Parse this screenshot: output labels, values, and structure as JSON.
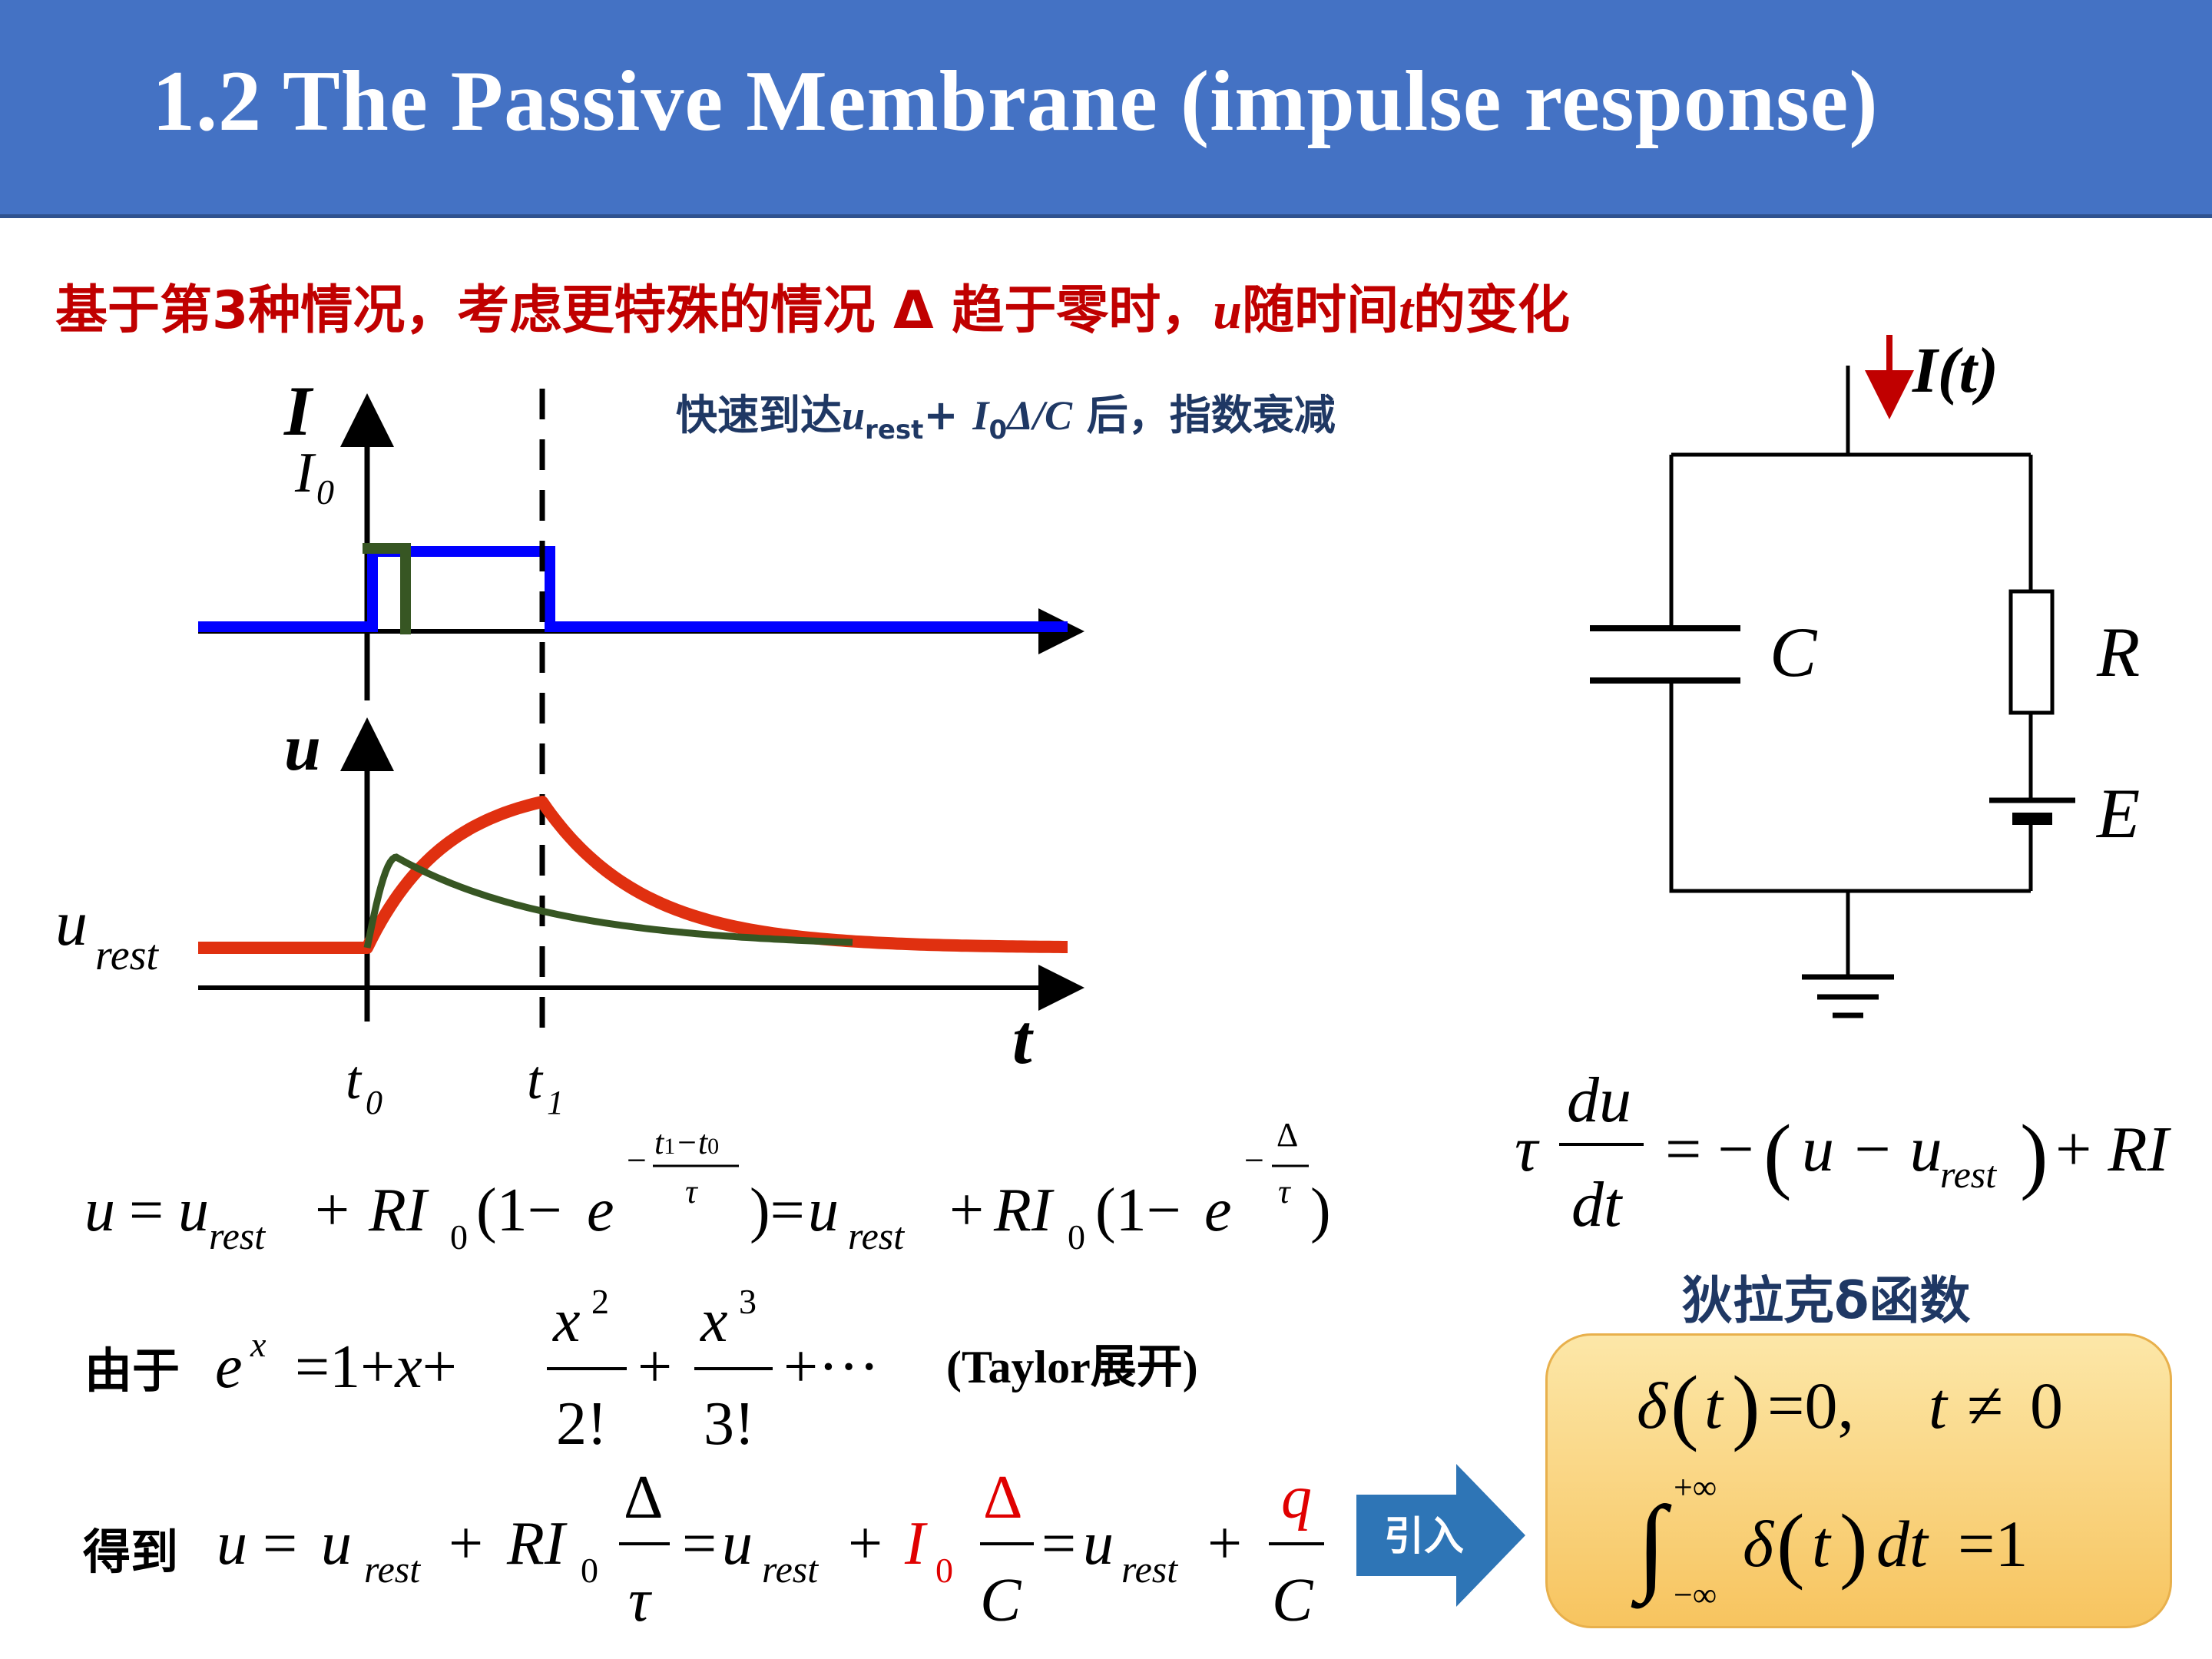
{
  "title": "1.2 The Passive Membrane (impulse response)",
  "subtitle": {
    "part1": "基于第3种情况，考虑更特殊的情况 Δ 趋于零时，",
    "u": "u",
    "part2": "随时间",
    "t": "t",
    "part3": "的变化"
  },
  "note": {
    "part1": "快速到达",
    "u": "u",
    "rest": "rest",
    "plus": "+ ",
    "I0": "I",
    "zero": "0",
    "rest_expr": "Δ/C",
    "part2": " 后，指数衰减"
  },
  "plot": {
    "current_axis_label": "I",
    "current_amplitude_label": "I",
    "current_amplitude_sub": "0",
    "voltage_axis_label": "u",
    "rest_label": "u",
    "rest_sub": "rest",
    "time_axis_label": "t",
    "t0_label": "t",
    "t0_sub": "0",
    "t1_label": "t",
    "t1_sub": "1"
  },
  "circuit": {
    "current_label": "I(t)",
    "capacitor_label": "C",
    "resistor_label": "R",
    "battery_label": "E"
  },
  "equations": {
    "ode": "τ du/dt = −(u − u_rest) + RI",
    "eq1": "u = u_rest + RI₀(1 − e^{−(t₁−t₀)/τ}) = u_rest + RI₀(1 − e^{−Δ/τ})",
    "taylor_prefix": "由于",
    "taylor": "e^x = 1 + x + x²/2! + x³/3! + ···",
    "taylor_suffix": "(Taylor展开)",
    "result_prefix": "得到",
    "result": "u = u_rest + RI₀ Δ/τ = u_rest + I₀ Δ/C = u_rest + q/C"
  },
  "arrow_label": "引入",
  "dirac": {
    "title": "狄拉克δ函数",
    "line1": "δ(t)=0,  t ≠ 0",
    "line2": "∫ δ(t)dt = 1",
    "upper": "+∞",
    "lower": "−∞"
  },
  "colors": {
    "header": "#4472c4",
    "subtitle": "#c00000",
    "pulse_blue": "#0000ff",
    "pulse_green": "#375623",
    "response_red": "#e03010",
    "response_green": "#375623",
    "highlight_red": "#e00000",
    "arrow_blue": "#2e75b6"
  }
}
